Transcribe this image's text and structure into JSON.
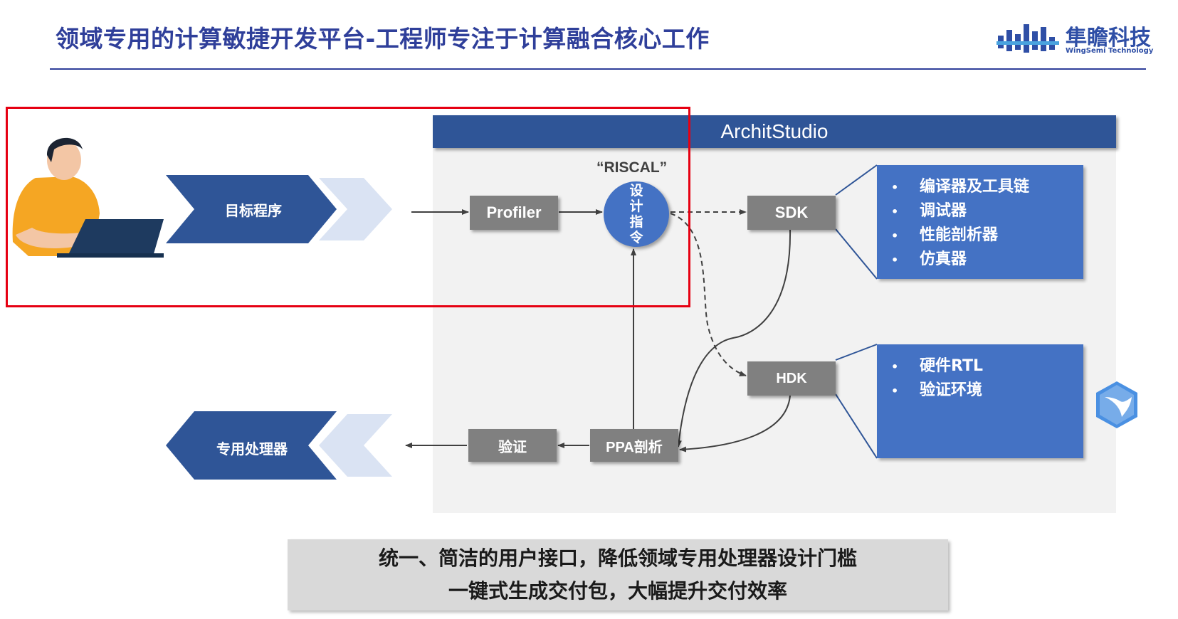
{
  "title": "领域专用的计算敏捷开发平台-工程师专注于计算融合核心工作",
  "logo": {
    "name_cn": "隼瞻科技",
    "name_en": "WingSemi Technology",
    "brand_color": "#2f4fa6"
  },
  "studio": {
    "header_part1": "Archit",
    "header_part2": "Studio",
    "nodes": {
      "profiler": "Profiler",
      "riscal_label": "“RISCAL”",
      "design_instruction": "设计指令",
      "sdk": "SDK",
      "hdk": "HDK",
      "ppa": "PPA剖析",
      "verify": "验证"
    },
    "sdk_features": [
      "编译器及工具链",
      "调试器",
      "性能剖析器",
      "仿真器"
    ],
    "hdk_features": [
      "硬件RTL",
      "验证环境"
    ],
    "bullet": "•"
  },
  "flow": {
    "input_label": "目标程序",
    "output_label": "专用处理器"
  },
  "banner": {
    "line1": "统一、简洁的用户接口，降低领域专用处理器设计门槛",
    "line2": "一键式生成交付包，大幅提升交付效率"
  },
  "colors": {
    "title": "#2f3f9a",
    "dark_blue": "#2f5597",
    "mid_blue": "#4472c4",
    "light_blue": "#dae3f3",
    "gray_box": "#808080",
    "highlight": "#e60012"
  },
  "icons": [
    "engineer-with-laptop-illustration",
    "wingsemi-logo-icon",
    "bird-app-icon"
  ]
}
